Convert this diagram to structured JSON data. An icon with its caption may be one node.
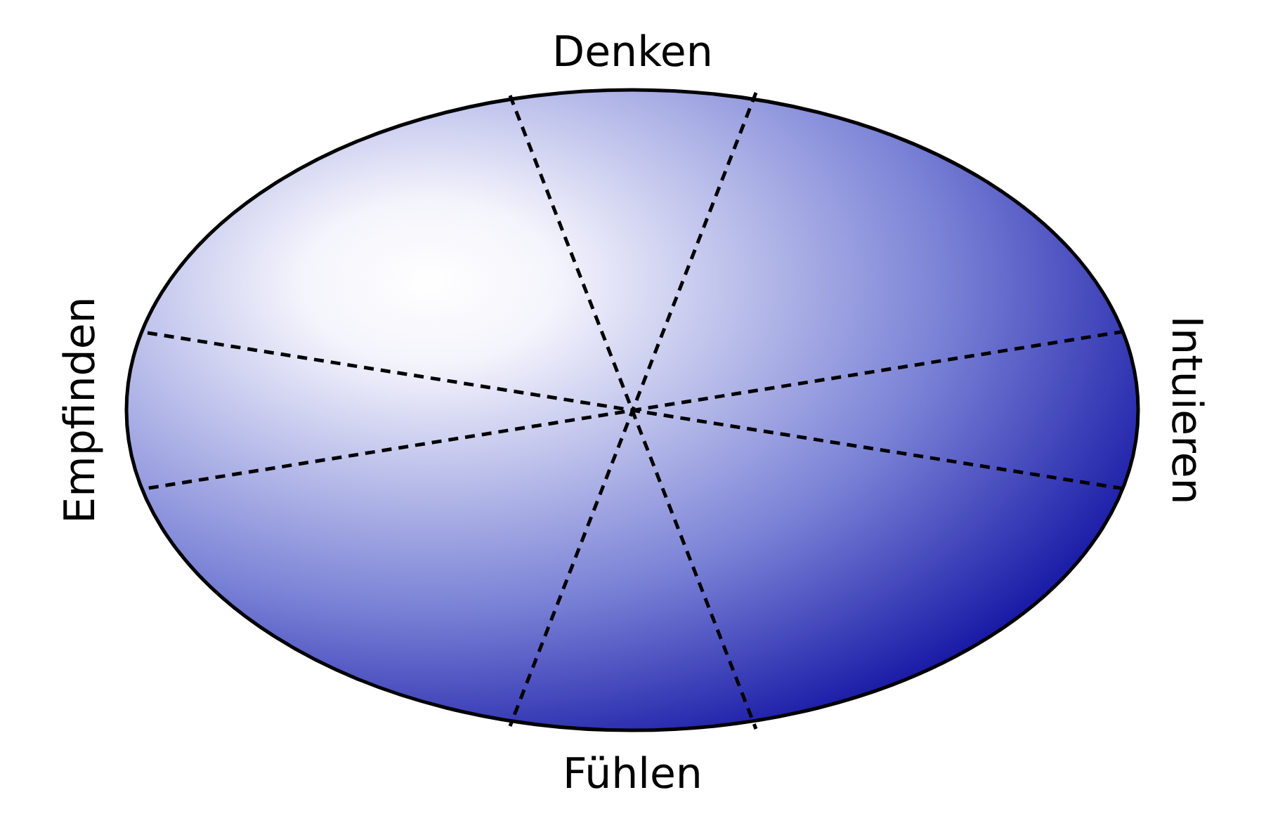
{
  "diagram": {
    "labels": [
      "Denken",
      "Empfinden",
      "Intuieren",
      "Fühlen"
    ]
  }
}
